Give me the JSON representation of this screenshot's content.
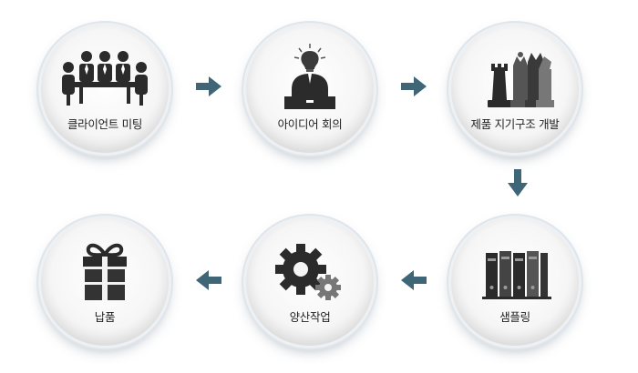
{
  "colors": {
    "arrow": "#3f6677",
    "icon_dark": "#2b2b2b",
    "icon_mid": "#555555",
    "ring": "#dfe5ea"
  },
  "steps": [
    {
      "label": "클라이언트 미팅",
      "icon": "meeting-people-icon"
    },
    {
      "label": "아이디어 회의",
      "icon": "idea-person-lightbulb-icon"
    },
    {
      "label": "제품 지기구조 개발",
      "icon": "chess-pieces-icon"
    },
    {
      "label": "샘플링",
      "icon": "binders-icon"
    },
    {
      "label": "양산작업",
      "icon": "gears-icon"
    },
    {
      "label": "납품",
      "icon": "gift-box-icon"
    }
  ],
  "arrows": [
    "right",
    "right",
    "down",
    "left",
    "left"
  ]
}
